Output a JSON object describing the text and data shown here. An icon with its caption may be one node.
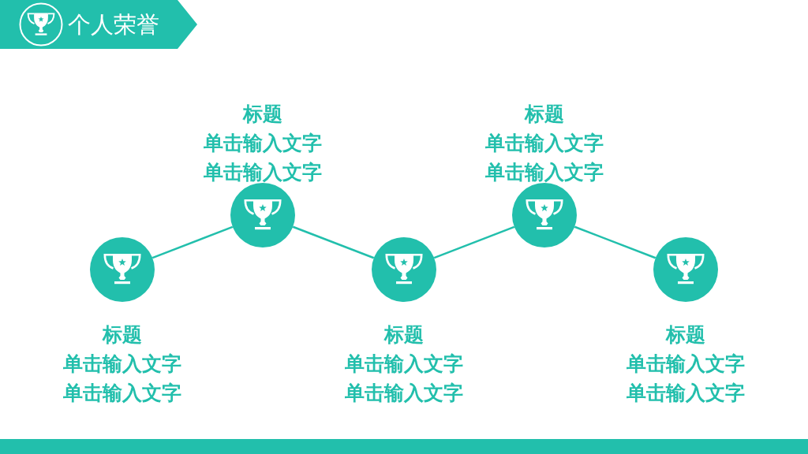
{
  "diagram": {
    "title": "个人荣誉",
    "nodes": [
      {
        "text": [],
        "shape": "circle",
        "beside": [
          "标题",
          "单击输入文字",
          "单击输入文字"
        ]
      },
      {
        "text": [],
        "shape": "circle",
        "beside": [
          "标题",
          "单击输入文字",
          "单击输入文字"
        ]
      },
      {
        "text": [],
        "shape": "circle",
        "beside": [
          "标题",
          "单击输入文字",
          "单击输入文字"
        ]
      },
      {
        "text": [],
        "shape": "circle",
        "beside": [
          "标题",
          "单击输入文字",
          "单击输入文字"
        ]
      },
      {
        "text": [],
        "shape": "circle",
        "beside": [
          "标题",
          "单击输入文字",
          "单击输入文字"
        ]
      }
    ],
    "edges": [
      {
        "from": 0,
        "to": 1,
        "arrow": "none"
      },
      {
        "from": 1,
        "to": 2,
        "arrow": "none"
      },
      {
        "from": 2,
        "to": 3,
        "arrow": "none"
      },
      {
        "from": 3,
        "to": 4,
        "arrow": "none"
      }
    ]
  }
}
